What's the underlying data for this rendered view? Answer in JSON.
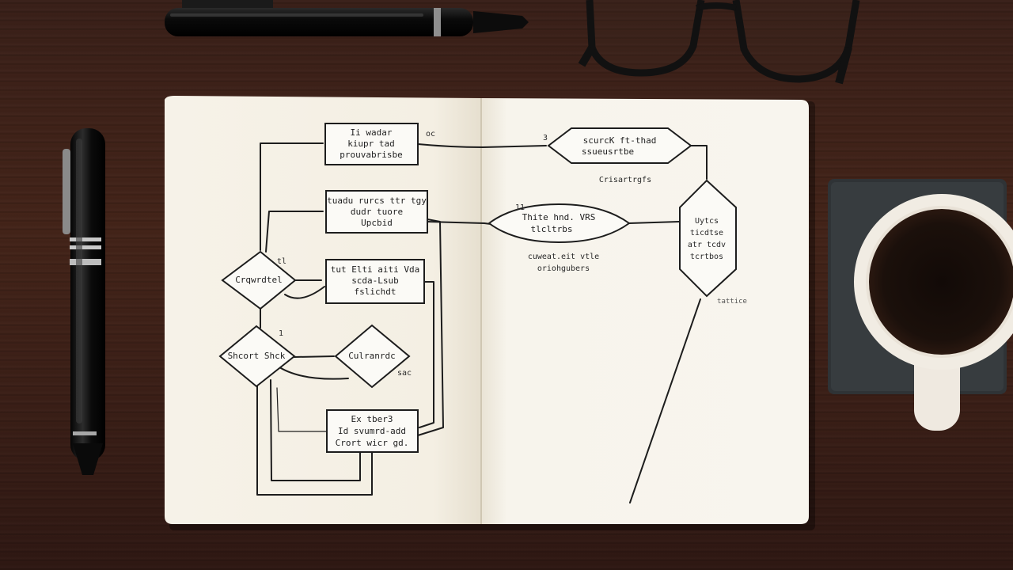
{
  "scene": {
    "objects": [
      "notebook",
      "pen-top",
      "pen-left",
      "glasses",
      "coffee-mug",
      "coaster"
    ]
  },
  "notebook": {
    "left_page": {
      "box1": [
        "Ii wadar",
        "kiupr tad",
        "prouvabrisbe"
      ],
      "box2": [
        "tuadu rurcs ttr tgy",
        "dudr tuore",
        "Upcbid"
      ],
      "box3": [
        "tut Elti aiti Vda",
        "scda-Lsub",
        "fslichdt"
      ],
      "box4": [
        "Ex tber3",
        "Id svumrd-add",
        "Crort wicr gd."
      ],
      "diamond1": "Crqwrdtel",
      "diamond2": "Shcort Shck",
      "diamond3": "Culranrdc",
      "note_oc": "oc",
      "note_l": "tl",
      "note_1": "1",
      "note_sac": "sac"
    },
    "right_page": {
      "hex_top": [
        "scurcK ft-thad",
        "ssueusrtbe"
      ],
      "hex_top_caption": "Crisartrgfs",
      "oval": [
        "Thite hnd. VRS",
        "tlcltrbs"
      ],
      "oval_caption": [
        "cuweat.eit vtle",
        "oriohgubers"
      ],
      "tall_hex": [
        "Uytcs",
        "ticdtse",
        "atr tcdv",
        "tcrtbos"
      ],
      "tall_hex_caption": "tattice",
      "note_3": "3",
      "note_11": "11"
    }
  }
}
